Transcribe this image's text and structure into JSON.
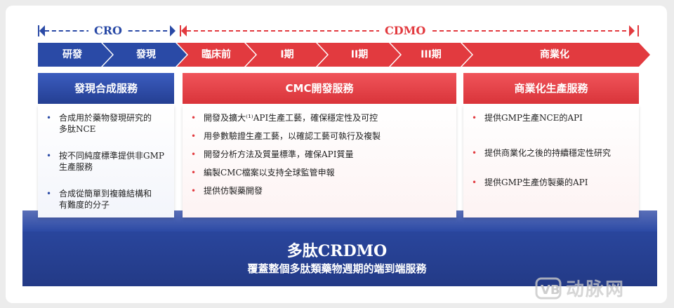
{
  "ranges": {
    "cro": "CRO",
    "cdmo": "CDMO"
  },
  "stages": [
    "研發",
    "發現",
    "臨床前",
    "I期",
    "II期",
    "III期",
    "商業化"
  ],
  "headers": {
    "discovery": "發現合成服務",
    "cmc": "CMC開發服務",
    "commercial": "商業化生產服務"
  },
  "discovery_items": [
    [
      "合成用於藥物發現研究的",
      "多肽NCE"
    ],
    [
      "按不同純度標準提供非GMP",
      "生產服務"
    ],
    [
      "合成從簡單到複雜結構和",
      "有難度的分子"
    ]
  ],
  "cmc_items": [
    "開發及擴大⁽¹⁾API生產工藝，確保穩定性及可控",
    "用參數驗證生產工藝，以確認工藝可執行及複製",
    "開發分析方法及質量標準，確保API質量",
    "編製CMC檔案以支持全球監管申報",
    "提供仿製藥開發"
  ],
  "commercial_items": [
    "提供GMP生產NCE的API",
    "提供商業化之後的持續穩定性研究",
    "提供GMP生產仿製藥的API"
  ],
  "banner": {
    "title": "多肽CRDMO",
    "subtitle": "覆蓋整個多肽類藥物週期的端到端服務"
  },
  "watermark": {
    "text": "动脉网"
  },
  "colors": {
    "blue": "#2a4aa6",
    "red": "#e23a3f",
    "dark_blue": "#233a86"
  }
}
